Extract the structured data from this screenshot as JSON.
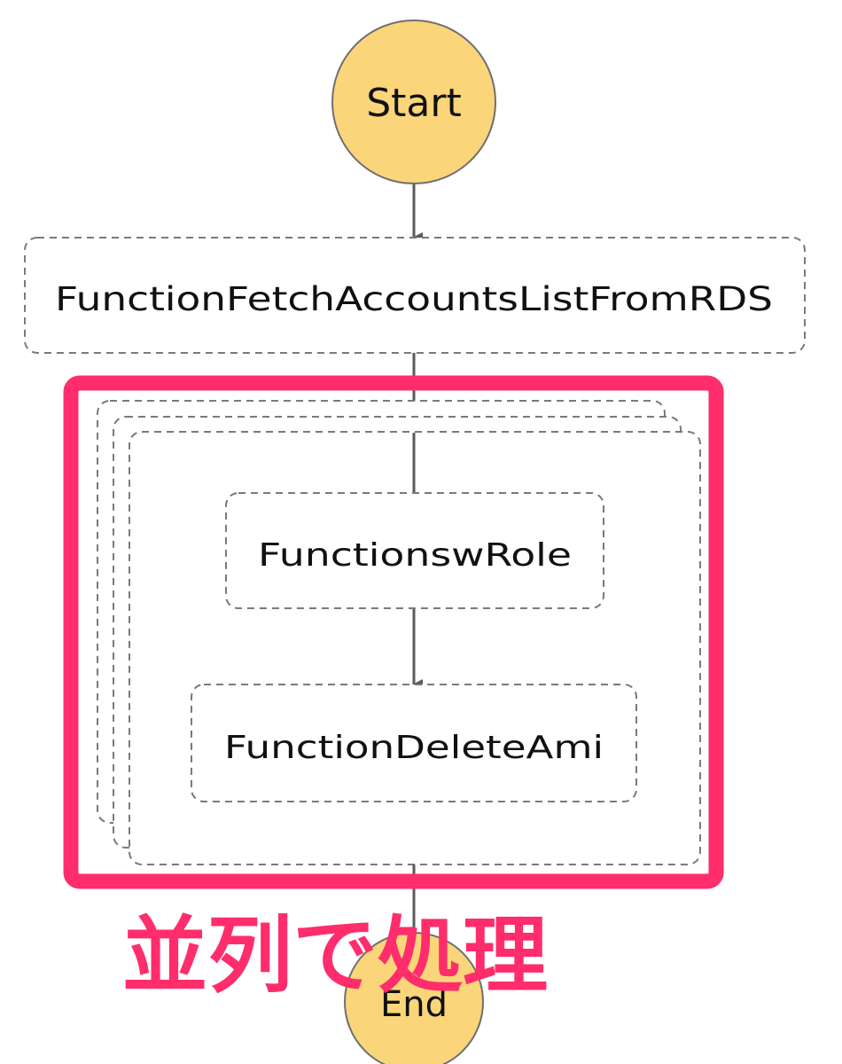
{
  "diagram": {
    "start_label": "Start",
    "end_label": "End",
    "states": [
      {
        "label": "FunctionFetchAccountsListFromRDS"
      },
      {
        "label": "FunctionswRole"
      },
      {
        "label": "FunctionDeleteAmi"
      }
    ],
    "annotation": "並列で処理"
  },
  "colors": {
    "terminal_fill": "#FAD57A",
    "terminal_stroke": "#6f6f6f",
    "edge": "#5a5a5a",
    "dashed_border": "#7a7a7a",
    "highlight": "#FF2D6B",
    "text": "#111111"
  }
}
